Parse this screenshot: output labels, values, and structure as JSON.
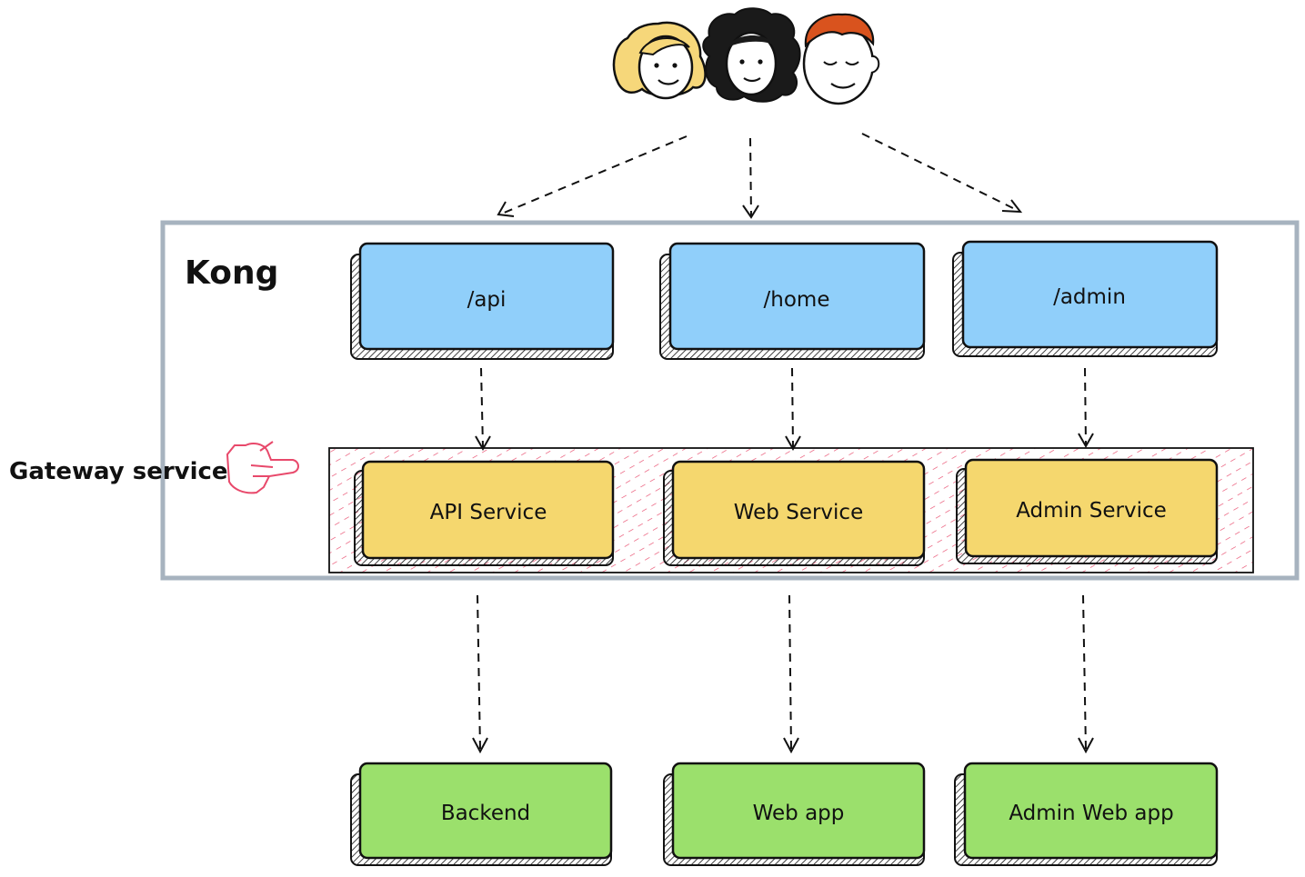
{
  "diagram": {
    "container_label": "Kong",
    "side_label": "Gateway service",
    "routes": [
      {
        "label": "/api"
      },
      {
        "label": "/home"
      },
      {
        "label": "/admin"
      }
    ],
    "services": [
      {
        "label": "API Service"
      },
      {
        "label": "Web Service"
      },
      {
        "label": "Admin Service"
      }
    ],
    "targets": [
      {
        "label": "Backend"
      },
      {
        "label": "Web app"
      },
      {
        "label": "Admin Web app"
      }
    ],
    "colors": {
      "route_fill": "#90CFFA",
      "service_fill": "#F5D76E",
      "target_fill": "#9BE06C",
      "container_border": "#A7B3BF",
      "hatch": "#E8496B",
      "outline": "#111111"
    },
    "icons": [
      "users-icon",
      "pointing-hand-icon"
    ]
  }
}
